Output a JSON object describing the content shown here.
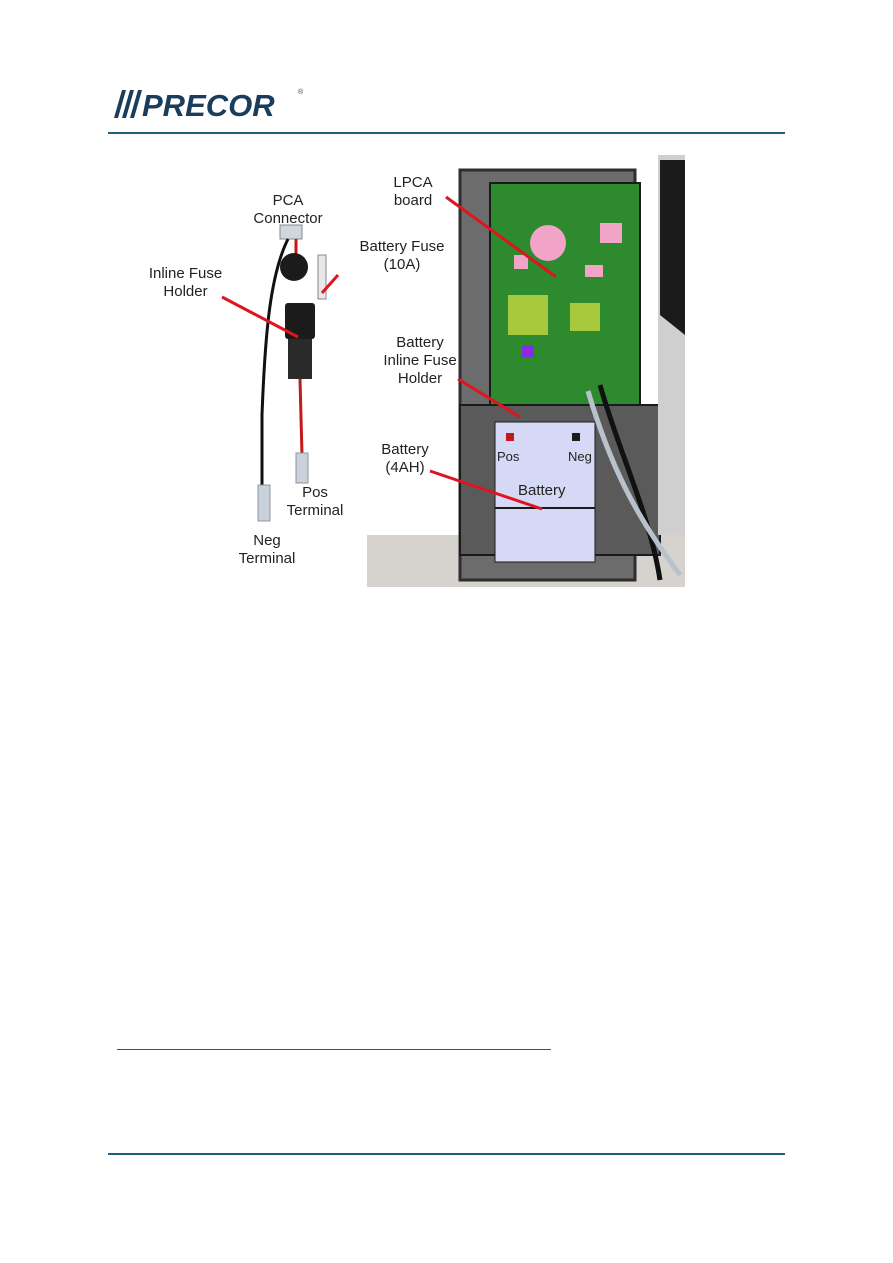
{
  "header": {
    "logo_text": "PRECOR",
    "logo_color": "#1a3d5c",
    "rule_color": "#1f5f7a"
  },
  "figure": {
    "labels": {
      "pca_connector_line1": "PCA",
      "pca_connector_line2": "Connector",
      "battery_fuse_line1": "Battery Fuse",
      "battery_fuse_line2": "(10A)",
      "inline_fuse_line1": "Inline Fuse",
      "inline_fuse_line2": "Holder",
      "pos_terminal_line1": "Pos",
      "pos_terminal_line2": "Terminal",
      "neg_terminal_line1": "Neg",
      "neg_terminal_line2": "Terminal",
      "lpca_line1": "LPCA",
      "lpca_line2": "board",
      "battery_inline_line1": "Battery",
      "battery_inline_line2": "Inline Fuse",
      "battery_inline_line3": "Holder",
      "battery_4ah_line1": "Battery",
      "battery_4ah_line2": "(4AH)",
      "pos_small": "Pos",
      "neg_small": "Neg",
      "battery_body": "Battery"
    },
    "callout_color": "#e0141e"
  }
}
